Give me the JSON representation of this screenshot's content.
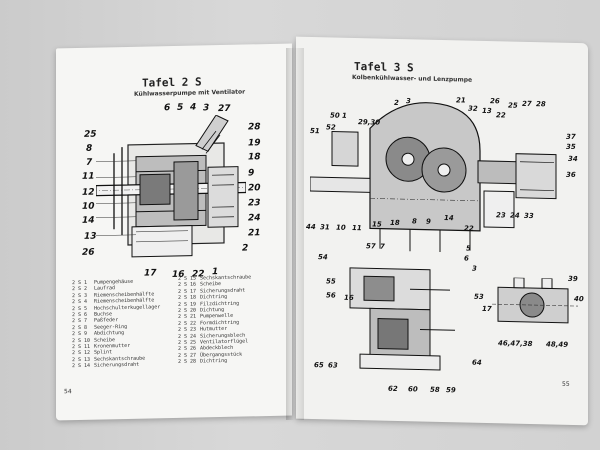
{
  "left_page": {
    "title": "Tafel 2 S",
    "subtitle": "Kühlwasserpumpe mit Ventilator",
    "page_number": "54",
    "callouts": [
      "6",
      "5",
      "4",
      "3",
      "27",
      "28",
      "25",
      "8",
      "7",
      "11",
      "12",
      "10",
      "14",
      "13",
      "26",
      "19",
      "18",
      "9",
      "20",
      "23",
      "24",
      "21",
      "2",
      "17",
      "16",
      "22",
      "1"
    ],
    "legend_col1": [
      {
        "k": "2 S 1",
        "t": "Pumpengehäuse"
      },
      {
        "k": "2 S 2",
        "t": "Laufrad"
      },
      {
        "k": "2 S 3",
        "t": "Riemenscheibenhälfte"
      },
      {
        "k": "2 S 4",
        "t": "Riemenscheibenhälfte"
      },
      {
        "k": "2 S 5",
        "t": "Hochschulterkugellager"
      },
      {
        "k": "2 S 6",
        "t": "Buchse"
      },
      {
        "k": "2 S 7",
        "t": "Paßfeder"
      },
      {
        "k": "2 S 8",
        "t": "Seeger-Ring"
      },
      {
        "k": "2 S 9",
        "t": "Abdichtung"
      },
      {
        "k": "2 S 10",
        "t": "Scheibe"
      },
      {
        "k": "2 S 11",
        "t": "Kronenmutter"
      },
      {
        "k": "2 S 12",
        "t": "Splint"
      },
      {
        "k": "2 S 13",
        "t": "Sechskantschraube"
      },
      {
        "k": "2 S 14",
        "t": "Sicherungsdraht"
      }
    ],
    "legend_col2": [
      {
        "k": "2 S 15",
        "t": "Sechskantschraube"
      },
      {
        "k": "2 S 16",
        "t": "Scheibe"
      },
      {
        "k": "2 S 17",
        "t": "Sicherungsdraht"
      },
      {
        "k": "2 S 18",
        "t": "Dichtring"
      },
      {
        "k": "2 S 19",
        "t": "Filzdichtring"
      },
      {
        "k": "2 S 20",
        "t": "Dichtung"
      },
      {
        "k": "2 S 21",
        "t": "Pumpenwelle"
      },
      {
        "k": "2 S 22",
        "t": "Formdichtring"
      },
      {
        "k": "2 S 23",
        "t": "Hutmutter"
      },
      {
        "k": "2 S 24",
        "t": "Sicherungsblech"
      },
      {
        "k": "2 S 25",
        "t": "Ventilatorflügel"
      },
      {
        "k": "2 S 26",
        "t": "Abdeckblech"
      },
      {
        "k": "2 S 27",
        "t": "Übergangsstück"
      },
      {
        "k": "2 S 28",
        "t": "Dichtring"
      }
    ]
  },
  "right_page": {
    "title": "Tafel 3 S",
    "subtitle": "Kolbenkühlwasser- und Lenzpumpe",
    "page_number": "55",
    "callouts": [
      "50",
      "1",
      "52",
      "51",
      "29,30",
      "2",
      "3",
      "21",
      "32",
      "26",
      "25",
      "27",
      "28",
      "13",
      "22",
      "37",
      "35",
      "34",
      "36",
      "44",
      "31",
      "10",
      "11",
      "15",
      "18",
      "8",
      "9",
      "22",
      "14",
      "23",
      "24",
      "33",
      "57",
      "7",
      "5",
      "54",
      "6",
      "3",
      "55",
      "56",
      "16",
      "53",
      "39",
      "40",
      "17",
      "46,47,38",
      "48,49",
      "65",
      "63",
      "64",
      "62",
      "60",
      "58",
      "59"
    ]
  }
}
